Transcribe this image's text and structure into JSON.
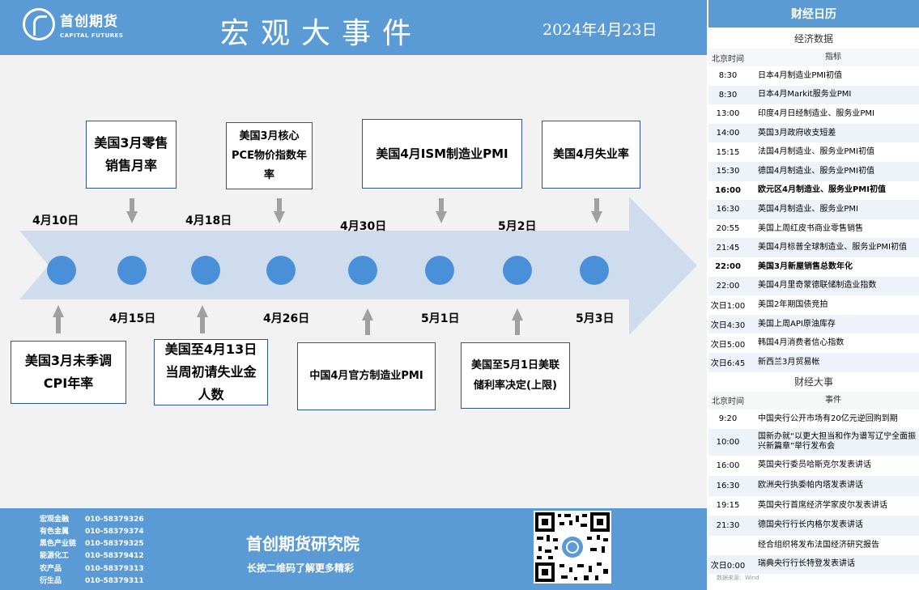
{
  "header": {
    "logo_cn": "首创期货",
    "logo_en": "CAPITAL FUTURES",
    "title": "宏观大事件",
    "date": "2024年4月23日"
  },
  "timeline": {
    "top_dates": [
      "4月10日",
      "4月18日",
      "4月30日",
      "5月2日"
    ],
    "bottom_dates": [
      "4月15日",
      "4月26日",
      "5月1日",
      "5月3日"
    ],
    "top_events": [
      "美国3月零售销售月率",
      "美国3月核心PCE物价指数年率",
      "美国4月ISM制造业PMI",
      "美国4月失业率"
    ],
    "bottom_events": [
      "美国3月未季调CPI年率",
      "美国至4月13日当周初请失业金人数",
      "中国4月官方制造业PMI",
      "美国至5月1日美联储利率决定(上限)"
    ]
  },
  "footer": {
    "contacts": [
      {
        "k": "宏观金融",
        "v": "010-58379326"
      },
      {
        "k": "有色金属",
        "v": "010-58379374"
      },
      {
        "k": "黑色产业链",
        "v": "010-58379325"
      },
      {
        "k": "能源化工",
        "v": "010-58379412"
      },
      {
        "k": "农产品",
        "v": "010-58379313"
      },
      {
        "k": "衍生品",
        "v": "010-58379311"
      }
    ],
    "institute": "首创期货研究院",
    "slogan": "长按二维码了解更多精彩"
  },
  "calendar": {
    "title": "财经日历",
    "econ_title": "经济数据",
    "col_time": "北京时间",
    "col_indicator": "指标",
    "econ_rows": [
      {
        "t": "8:30",
        "d": "日本4月制造业PMI初值",
        "b": false
      },
      {
        "t": "8:30",
        "d": "日本4月Markit服务业PMI",
        "b": false
      },
      {
        "t": "13:00",
        "d": "印度4月日经制造业、服务业PMI",
        "b": false
      },
      {
        "t": "14:00",
        "d": "英国3月政府收支短差",
        "b": false
      },
      {
        "t": "15:15",
        "d": "法国4月制造业、服务业PMI初值",
        "b": false
      },
      {
        "t": "15:30",
        "d": "德国4月制造业、服务业PMI初值",
        "b": false
      },
      {
        "t": "16:00",
        "d": "欧元区4月制造业、服务业PMI初值",
        "b": true
      },
      {
        "t": "16:30",
        "d": "英国4月制造业、服务业PMI",
        "b": false
      },
      {
        "t": "20:55",
        "d": "美国上周红皮书商业零售销售",
        "b": false
      },
      {
        "t": "21:45",
        "d": "美国4月标普全球制造业、服务业PMI初值",
        "b": false
      },
      {
        "t": "22:00",
        "d": "美国3月新屋销售总数年化",
        "b": true
      },
      {
        "t": "22:00",
        "d": "美国4月里奇蒙德联储制造业指数",
        "b": false
      },
      {
        "t": "次日1:00",
        "d": "美国2年期国债竞拍",
        "b": false
      },
      {
        "t": "次日4:30",
        "d": "美国上周API原油库存",
        "b": false
      },
      {
        "t": "次日5:00",
        "d": "韩国4月消费者信心指数",
        "b": false
      },
      {
        "t": "次日6:45",
        "d": "新西兰3月贸易帐",
        "b": false
      }
    ],
    "events_title": "财经大事",
    "col_event": "事件",
    "event_rows": [
      {
        "t": "9:20",
        "d": "中国央行公开市场有20亿元逆回购到期"
      },
      {
        "t": "10:00",
        "d": "国新办就“以更大担当和作为谱写辽宁全面振兴新篇章”举行发布会"
      },
      {
        "t": "16:00",
        "d": "英国央行委员哈斯克尔发表讲话"
      },
      {
        "t": "16:30",
        "d": "欧洲央行执委帕内塔发表讲话"
      },
      {
        "t": "19:15",
        "d": "英国央行首席经济学家皮尔发表讲话"
      },
      {
        "t": "21:30",
        "d": "德国央行行长内格尔发表讲话"
      },
      {
        "t": "",
        "d": "经合组织将发布法国经济研究报告"
      },
      {
        "t": "次日0:00",
        "d": "瑞典央行行长特登发表讲话"
      }
    ],
    "source": "数据来源：Wind"
  }
}
